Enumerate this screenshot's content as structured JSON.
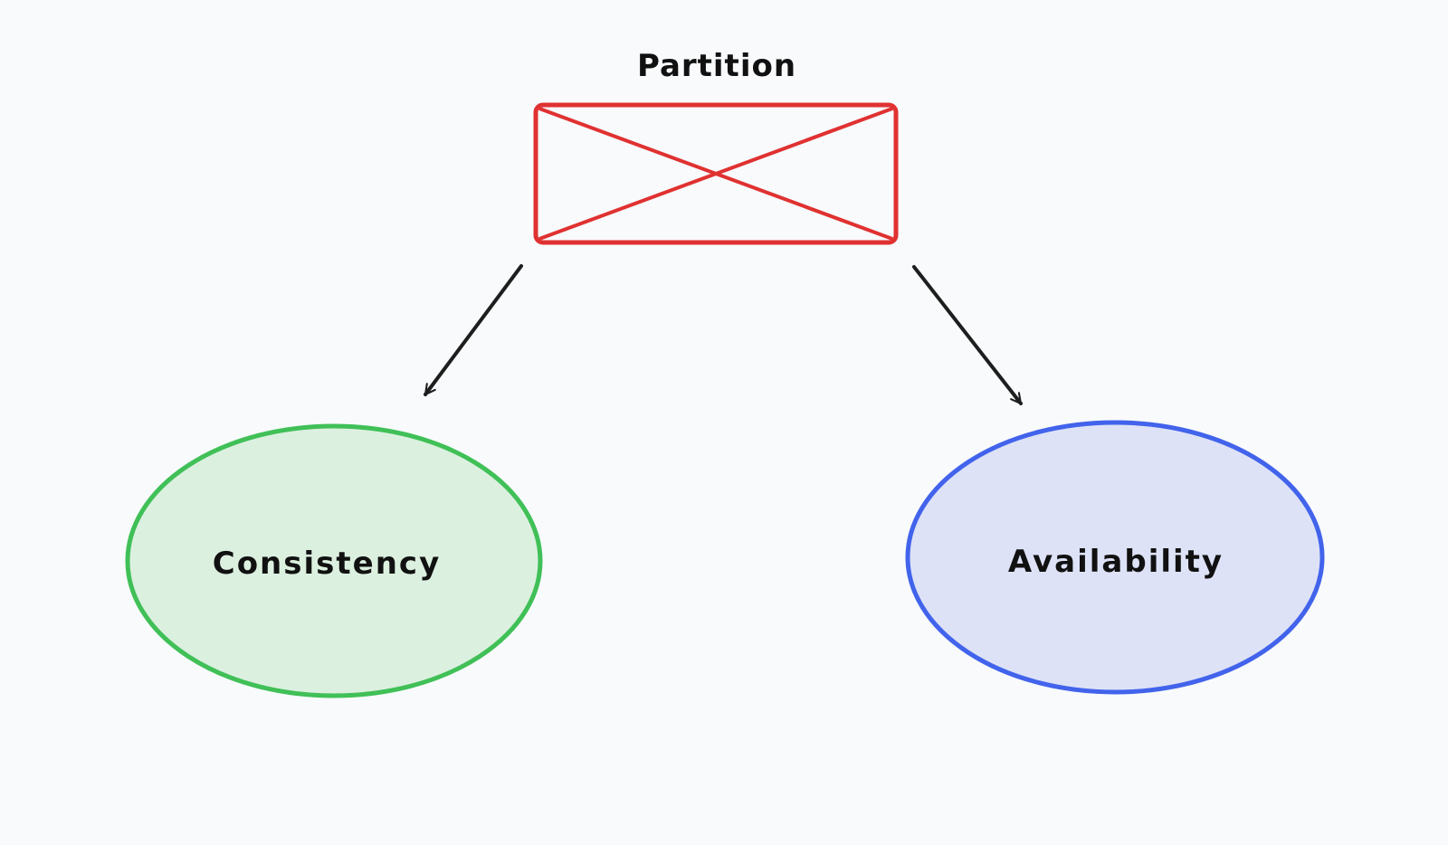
{
  "diagram": {
    "partition": {
      "label": "Partition",
      "stroke_color": "#e03131"
    },
    "consistency": {
      "label": "Consistency",
      "stroke_color": "#40c057",
      "fill_color": "#dcf0e0"
    },
    "availability": {
      "label": "Availability",
      "stroke_color": "#4263eb",
      "fill_color": "#dde2f7"
    },
    "arrow_color": "#1e1e1e",
    "background": "#f8fafc"
  }
}
